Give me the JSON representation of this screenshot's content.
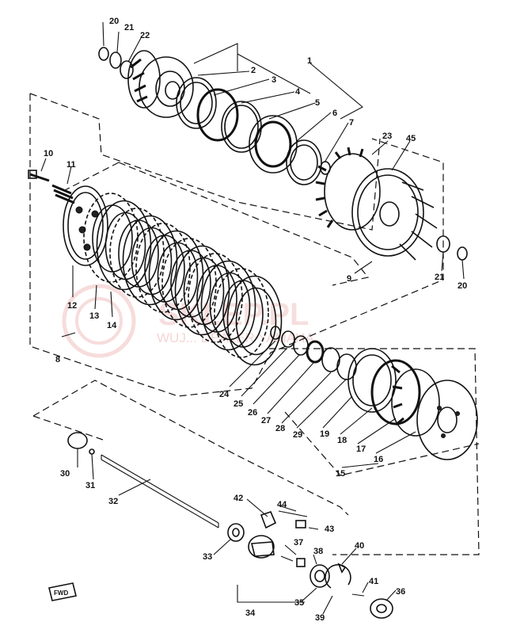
{
  "watermark": {
    "title": "SKLEP.PL",
    "subtitle": "WUJ... DEALER YAMAHA"
  },
  "fwd_label": "FWD",
  "callouts": [
    {
      "id": "c1",
      "label": "1"
    },
    {
      "id": "c2",
      "label": "2"
    },
    {
      "id": "c3",
      "label": "3"
    },
    {
      "id": "c4",
      "label": "4"
    },
    {
      "id": "c5",
      "label": "5"
    },
    {
      "id": "c6",
      "label": "6"
    },
    {
      "id": "c7",
      "label": "7"
    },
    {
      "id": "c8",
      "label": "8"
    },
    {
      "id": "c9",
      "label": "9"
    },
    {
      "id": "c10",
      "label": "10"
    },
    {
      "id": "c11",
      "label": "11"
    },
    {
      "id": "c12",
      "label": "12"
    },
    {
      "id": "c13",
      "label": "13"
    },
    {
      "id": "c14",
      "label": "14"
    },
    {
      "id": "c15",
      "label": "15"
    },
    {
      "id": "c16",
      "label": "16"
    },
    {
      "id": "c17",
      "label": "17"
    },
    {
      "id": "c18",
      "label": "18"
    },
    {
      "id": "c19",
      "label": "19"
    },
    {
      "id": "c20a",
      "label": "20"
    },
    {
      "id": "c20b",
      "label": "20"
    },
    {
      "id": "c21a",
      "label": "21"
    },
    {
      "id": "c21b",
      "label": "21"
    },
    {
      "id": "c22",
      "label": "22"
    },
    {
      "id": "c23",
      "label": "23"
    },
    {
      "id": "c24",
      "label": "24"
    },
    {
      "id": "c25",
      "label": "25"
    },
    {
      "id": "c26",
      "label": "26"
    },
    {
      "id": "c27",
      "label": "27"
    },
    {
      "id": "c28",
      "label": "28"
    },
    {
      "id": "c29",
      "label": "29"
    },
    {
      "id": "c30",
      "label": "30"
    },
    {
      "id": "c31",
      "label": "31"
    },
    {
      "id": "c32",
      "label": "32"
    },
    {
      "id": "c33",
      "label": "33"
    },
    {
      "id": "c34",
      "label": "34"
    },
    {
      "id": "c35",
      "label": "35"
    },
    {
      "id": "c36",
      "label": "36"
    },
    {
      "id": "c37",
      "label": "37"
    },
    {
      "id": "c38",
      "label": "38"
    },
    {
      "id": "c39",
      "label": "39"
    },
    {
      "id": "c40",
      "label": "40"
    },
    {
      "id": "c41",
      "label": "41"
    },
    {
      "id": "c42",
      "label": "42"
    },
    {
      "id": "c43",
      "label": "43"
    },
    {
      "id": "c44",
      "label": "44"
    },
    {
      "id": "c45",
      "label": "45"
    }
  ]
}
